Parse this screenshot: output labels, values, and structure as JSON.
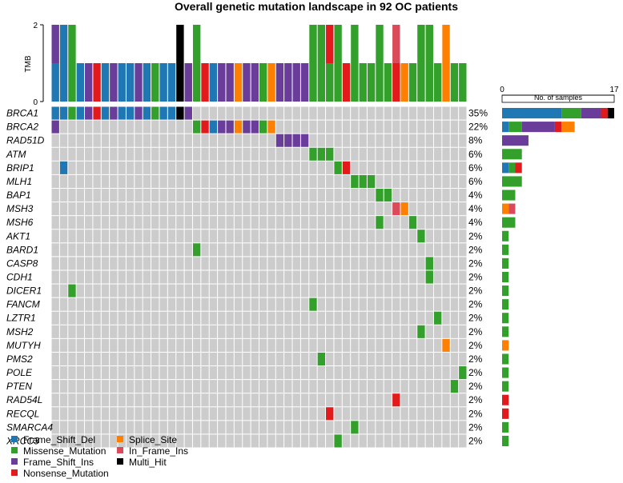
{
  "chart_data": {
    "type": "oncoprint",
    "title": "Overall genetic mutation landscape in 92 OC patients",
    "tmb_label": "TMB",
    "tmb_ticks": [
      0,
      2
    ],
    "bar_axis_label": "No. of samples",
    "bar_axis_ticks": [
      0,
      17
    ],
    "categories": [
      "Frame_Shift_Del",
      "Missense_Mutation",
      "Frame_Shift_Ins",
      "Nonsense_Mutation",
      "Splice_Site",
      "In_Frame_Ins",
      "Multi_Hit"
    ],
    "colors": {
      "Frame_Shift_Del": "#1f78b4",
      "Missense_Mutation": "#33a02c",
      "Frame_Shift_Ins": "#6a3d9a",
      "Nonsense_Mutation": "#e31a1c",
      "Splice_Site": "#ff7f00",
      "In_Frame_Ins": "#db4a5a",
      "Multi_Hit": "#000000",
      "none": "#cccccc"
    },
    "genes": [
      {
        "gene": "BRCA1",
        "pct": "35%",
        "counts": [
          9,
          3,
          3,
          1,
          0,
          0,
          1
        ]
      },
      {
        "gene": "BRCA2",
        "pct": "22%",
        "counts": [
          1,
          2,
          5,
          1,
          2,
          0,
          0
        ]
      },
      {
        "gene": "RAD51D",
        "pct": "8%",
        "counts": [
          0,
          0,
          4,
          0,
          0,
          0,
          0
        ]
      },
      {
        "gene": "ATM",
        "pct": "6%",
        "counts": [
          0,
          3,
          0,
          0,
          0,
          0,
          0
        ]
      },
      {
        "gene": "BRIP1",
        "pct": "6%",
        "counts": [
          1,
          1,
          0,
          1,
          0,
          0,
          0
        ]
      },
      {
        "gene": "MLH1",
        "pct": "6%",
        "counts": [
          0,
          3,
          0,
          0,
          0,
          0,
          0
        ]
      },
      {
        "gene": "BAP1",
        "pct": "4%",
        "counts": [
          0,
          2,
          0,
          0,
          0,
          0,
          0
        ]
      },
      {
        "gene": "MSH3",
        "pct": "4%",
        "counts": [
          0,
          0,
          0,
          0,
          1,
          1,
          0
        ]
      },
      {
        "gene": "MSH6",
        "pct": "4%",
        "counts": [
          0,
          2,
          0,
          0,
          0,
          0,
          0
        ]
      },
      {
        "gene": "AKT1",
        "pct": "2%",
        "counts": [
          0,
          1,
          0,
          0,
          0,
          0,
          0
        ]
      },
      {
        "gene": "BARD1",
        "pct": "2%",
        "counts": [
          0,
          1,
          0,
          0,
          0,
          0,
          0
        ]
      },
      {
        "gene": "CASP8",
        "pct": "2%",
        "counts": [
          0,
          1,
          0,
          0,
          0,
          0,
          0
        ]
      },
      {
        "gene": "CDH1",
        "pct": "2%",
        "counts": [
          0,
          1,
          0,
          0,
          0,
          0,
          0
        ]
      },
      {
        "gene": "DICER1",
        "pct": "2%",
        "counts": [
          0,
          1,
          0,
          0,
          0,
          0,
          0
        ]
      },
      {
        "gene": "FANCM",
        "pct": "2%",
        "counts": [
          0,
          1,
          0,
          0,
          0,
          0,
          0
        ]
      },
      {
        "gene": "LZTR1",
        "pct": "2%",
        "counts": [
          0,
          1,
          0,
          0,
          0,
          0,
          0
        ]
      },
      {
        "gene": "MSH2",
        "pct": "2%",
        "counts": [
          0,
          1,
          0,
          0,
          0,
          0,
          0
        ]
      },
      {
        "gene": "MUTYH",
        "pct": "2%",
        "counts": [
          0,
          0,
          0,
          0,
          1,
          0,
          0
        ]
      },
      {
        "gene": "PMS2",
        "pct": "2%",
        "counts": [
          0,
          1,
          0,
          0,
          0,
          0,
          0
        ]
      },
      {
        "gene": "POLE",
        "pct": "2%",
        "counts": [
          0,
          1,
          0,
          0,
          0,
          0,
          0
        ]
      },
      {
        "gene": "PTEN",
        "pct": "2%",
        "counts": [
          0,
          1,
          0,
          0,
          0,
          0,
          0
        ]
      },
      {
        "gene": "RAD54L",
        "pct": "2%",
        "counts": [
          0,
          0,
          0,
          1,
          0,
          0,
          0
        ]
      },
      {
        "gene": "RECQL",
        "pct": "2%",
        "counts": [
          0,
          0,
          0,
          1,
          0,
          0,
          0
        ]
      },
      {
        "gene": "SMARCA4",
        "pct": "2%",
        "counts": [
          0,
          1,
          0,
          0,
          0,
          0,
          0
        ]
      },
      {
        "gene": "XRCC3",
        "pct": "2%",
        "counts": [
          0,
          1,
          0,
          0,
          0,
          0,
          0
        ]
      }
    ],
    "samples": [
      {
        "id": 1,
        "tmb": 2,
        "muts": {
          "BRCA1": "Frame_Shift_Del",
          "BRCA2": "Frame_Shift_Ins"
        }
      },
      {
        "id": 2,
        "tmb": 2,
        "muts": {
          "BRCA1": "Frame_Shift_Del",
          "BRIP1": "Frame_Shift_Del"
        }
      },
      {
        "id": 3,
        "tmb": 2,
        "muts": {
          "BRCA1": "Missense_Mutation",
          "DICER1": "Missense_Mutation"
        }
      },
      {
        "id": 4,
        "tmb": 1,
        "muts": {
          "BRCA1": "Frame_Shift_Del"
        }
      },
      {
        "id": 5,
        "tmb": 1,
        "muts": {
          "BRCA1": "Frame_Shift_Ins"
        }
      },
      {
        "id": 6,
        "tmb": 1,
        "muts": {
          "BRCA1": "Nonsense_Mutation"
        }
      },
      {
        "id": 7,
        "tmb": 1,
        "muts": {
          "BRCA1": "Frame_Shift_Del"
        }
      },
      {
        "id": 8,
        "tmb": 1,
        "muts": {
          "BRCA1": "Frame_Shift_Ins"
        }
      },
      {
        "id": 9,
        "tmb": 1,
        "muts": {
          "BRCA1": "Frame_Shift_Del"
        }
      },
      {
        "id": 10,
        "tmb": 1,
        "muts": {
          "BRCA1": "Frame_Shift_Del"
        }
      },
      {
        "id": 11,
        "tmb": 1,
        "muts": {
          "BRCA1": "Frame_Shift_Ins"
        }
      },
      {
        "id": 12,
        "tmb": 1,
        "muts": {
          "BRCA1": "Frame_Shift_Del"
        }
      },
      {
        "id": 13,
        "tmb": 1,
        "muts": {
          "BRCA1": "Missense_Mutation"
        }
      },
      {
        "id": 14,
        "tmb": 1,
        "muts": {
          "BRCA1": "Frame_Shift_Del"
        }
      },
      {
        "id": 15,
        "tmb": 1,
        "muts": {
          "BRCA1": "Frame_Shift_Del"
        }
      },
      {
        "id": 16,
        "tmb": 2,
        "muts": {
          "BRCA1": "Multi_Hit"
        }
      },
      {
        "id": 17,
        "tmb": 1,
        "muts": {
          "BRCA1": "Frame_Shift_Ins"
        }
      },
      {
        "id": 18,
        "tmb": 2,
        "muts": {
          "BRCA2": "Missense_Mutation",
          "BARD1": "Missense_Mutation"
        }
      },
      {
        "id": 19,
        "tmb": 1,
        "muts": {
          "BRCA2": "Nonsense_Mutation"
        }
      },
      {
        "id": 20,
        "tmb": 1,
        "muts": {
          "BRCA2": "Frame_Shift_Del"
        }
      },
      {
        "id": 21,
        "tmb": 1,
        "muts": {
          "BRCA2": "Frame_Shift_Ins"
        }
      },
      {
        "id": 22,
        "tmb": 1,
        "muts": {
          "BRCA2": "Frame_Shift_Ins"
        }
      },
      {
        "id": 23,
        "tmb": 1,
        "muts": {
          "BRCA2": "Splice_Site"
        }
      },
      {
        "id": 24,
        "tmb": 1,
        "muts": {
          "BRCA2": "Frame_Shift_Ins"
        }
      },
      {
        "id": 25,
        "tmb": 1,
        "muts": {
          "BRCA2": "Frame_Shift_Ins"
        }
      },
      {
        "id": 26,
        "tmb": 1,
        "muts": {
          "BRCA2": "Missense_Mutation"
        }
      },
      {
        "id": 27,
        "tmb": 1,
        "muts": {
          "BRCA2": "Splice_Site"
        }
      },
      {
        "id": 28,
        "tmb": 1,
        "muts": {
          "RAD51D": "Frame_Shift_Ins"
        }
      },
      {
        "id": 29,
        "tmb": 1,
        "muts": {
          "RAD51D": "Frame_Shift_Ins"
        }
      },
      {
        "id": 30,
        "tmb": 1,
        "muts": {
          "RAD51D": "Frame_Shift_Ins"
        }
      },
      {
        "id": 31,
        "tmb": 1,
        "muts": {
          "RAD51D": "Frame_Shift_Ins"
        }
      },
      {
        "id": 32,
        "tmb": 2,
        "muts": {
          "ATM": "Missense_Mutation",
          "FANCM": "Missense_Mutation"
        }
      },
      {
        "id": 33,
        "tmb": 2,
        "muts": {
          "ATM": "Missense_Mutation",
          "PMS2": "Missense_Mutation"
        }
      },
      {
        "id": 34,
        "tmb": 2,
        "muts": {
          "ATM": "Missense_Mutation",
          "RECQL": "Nonsense_Mutation"
        }
      },
      {
        "id": 35,
        "tmb": 2,
        "muts": {
          "BRIP1": "Missense_Mutation",
          "XRCC3": "Missense_Mutation"
        }
      },
      {
        "id": 36,
        "tmb": 1,
        "muts": {
          "BRIP1": "Nonsense_Mutation"
        }
      },
      {
        "id": 37,
        "tmb": 2,
        "muts": {
          "MLH1": "Missense_Mutation",
          "SMARCA4": "Missense_Mutation"
        }
      },
      {
        "id": 38,
        "tmb": 1,
        "muts": {
          "MLH1": "Missense_Mutation"
        }
      },
      {
        "id": 39,
        "tmb": 1,
        "muts": {
          "MLH1": "Missense_Mutation"
        }
      },
      {
        "id": 40,
        "tmb": 2,
        "muts": {
          "BAP1": "Missense_Mutation",
          "MSH6": "Missense_Mutation"
        }
      },
      {
        "id": 41,
        "tmb": 1,
        "muts": {
          "BAP1": "Missense_Mutation"
        }
      },
      {
        "id": 42,
        "tmb": 2,
        "muts": {
          "MSH3": "In_Frame_Ins",
          "RAD54L": "Nonsense_Mutation"
        }
      },
      {
        "id": 43,
        "tmb": 1,
        "muts": {
          "MSH3": "Splice_Site"
        }
      },
      {
        "id": 44,
        "tmb": 1,
        "muts": {
          "MSH6": "Missense_Mutation"
        }
      },
      {
        "id": 45,
        "tmb": 2,
        "muts": {
          "AKT1": "Missense_Mutation",
          "MSH2": "Missense_Mutation"
        }
      },
      {
        "id": 46,
        "tmb": 2,
        "muts": {
          "CASP8": "Missense_Mutation",
          "CDH1": "Missense_Mutation"
        }
      },
      {
        "id": 47,
        "tmb": 1,
        "muts": {
          "LZTR1": "Missense_Mutation"
        }
      },
      {
        "id": 48,
        "tmb": 2,
        "muts": {
          "MUTYH": "Splice_Site"
        }
      },
      {
        "id": 49,
        "tmb": 1,
        "muts": {
          "PTEN": "Missense_Mutation"
        }
      },
      {
        "id": 50,
        "tmb": 1,
        "muts": {
          "POLE": "Missense_Mutation"
        }
      }
    ],
    "legend": [
      {
        "label": "Frame_Shift_Del",
        "key": "Frame_Shift_Del"
      },
      {
        "label": "Missense_Mutation",
        "key": "Missense_Mutation"
      },
      {
        "label": "Frame_Shift_Ins",
        "key": "Frame_Shift_Ins"
      },
      {
        "label": "Nonsense_Mutation",
        "key": "Nonsense_Mutation"
      },
      {
        "label": "Splice_Site",
        "key": "Splice_Site"
      },
      {
        "label": "In_Frame_Ins",
        "key": "In_Frame_Ins"
      },
      {
        "label": "Multi_Hit",
        "key": "Multi_Hit"
      }
    ]
  }
}
